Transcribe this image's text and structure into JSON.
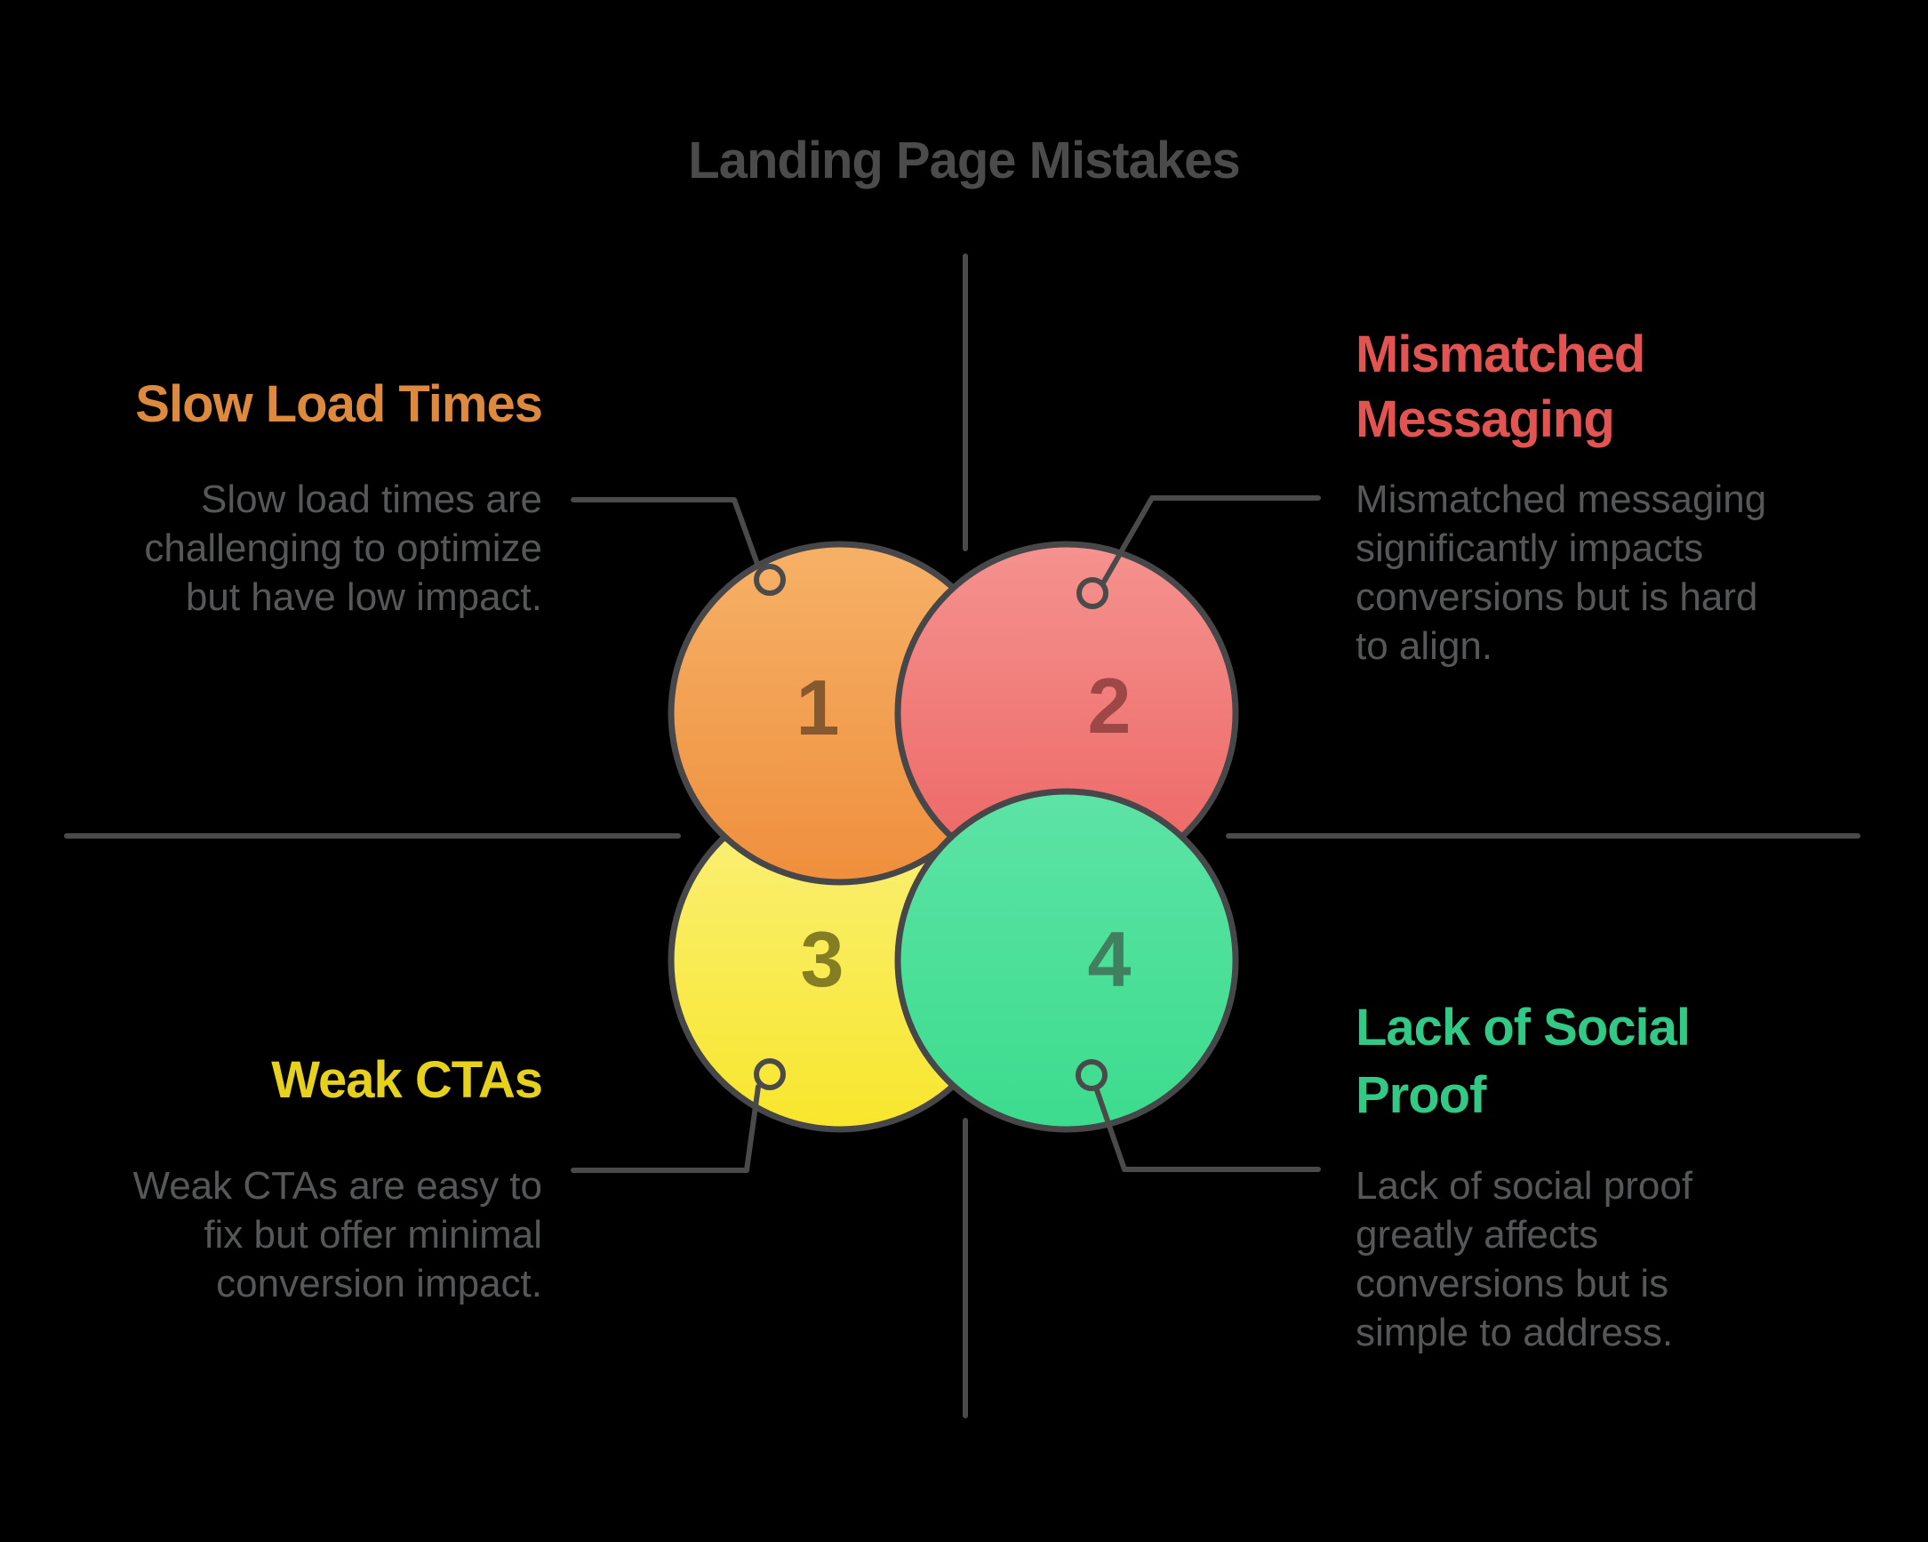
{
  "title": {
    "text": "Landing Page Mistakes",
    "color": "#4b4b4b"
  },
  "colors": {
    "background": "#000000",
    "body_text": "#565758",
    "line": "#4a4a4b",
    "circle_stroke": "#47474a"
  },
  "items": [
    {
      "number": "1",
      "number_color": "#865a2e",
      "heading_color": "#dd8a3e",
      "heading_lines": [
        "Slow Load Times",
        ""
      ],
      "body_lines": [
        "Slow load times are",
        "challenging to optimize",
        "but have low impact."
      ],
      "gradient_top": "#f6b167",
      "gradient_bottom": "#ef8f3d"
    },
    {
      "number": "2",
      "number_color": "#9e4747",
      "heading_color": "#e25452",
      "heading_lines": [
        "Mismatched",
        "Messaging"
      ],
      "body_lines": [
        "Mismatched messaging",
        "significantly impacts",
        "conversions but is hard",
        "to align."
      ],
      "gradient_top": "#f5928f",
      "gradient_bottom": "#ec6563"
    },
    {
      "number": "3",
      "number_color": "#857d23",
      "heading_color": "#e6d21d",
      "heading_lines": [
        "Weak CTAs",
        ""
      ],
      "body_lines": [
        "Weak CTAs are easy to",
        "fix but offer minimal",
        "conversion impact."
      ],
      "gradient_top": "#faf07c",
      "gradient_bottom": "#f8e62c"
    },
    {
      "number": "4",
      "number_color": "#41805e",
      "heading_color": "#31c985",
      "heading_lines": [
        "Lack of Social",
        "Proof"
      ],
      "body_lines": [
        "Lack of social proof",
        "greatly affects",
        "conversions but is",
        "simple to address."
      ],
      "gradient_top": "#5de3a6",
      "gradient_bottom": "#3cdc8d"
    }
  ]
}
